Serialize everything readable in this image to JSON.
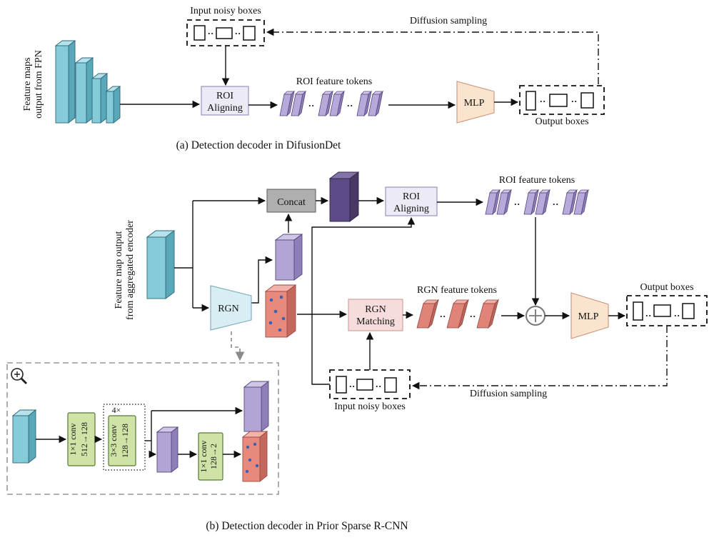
{
  "colors": {
    "cyan_map": "#85CBD9",
    "purple_token": "#B7A9D9",
    "light_purple_map": "#B2A4D4",
    "dark_purple_map": "#5C4B86",
    "red_map": "#E8897E",
    "red_token": "#E08379",
    "dot_blue": "#3A62B0",
    "mlp_fill": "#FBE4CE",
    "rgn_fill": "#D8EDF4",
    "roi_box_fill": "#ECEAF5",
    "concat_fill": "#AFAFAF",
    "rgn_matching_fill": "#F7DCDC",
    "conv_green": "#CFE3A7"
  },
  "diagram_a": {
    "feature_maps_label": {
      "line1": "Feature maps",
      "line2": "output from FPN"
    },
    "input_noisy_boxes_label": "Input noisy boxes",
    "diffusion_sampling_label": "Diffusion sampling",
    "roi_aligning": {
      "line1": "ROI",
      "line2": "Aligning"
    },
    "roi_feature_tokens_label": "ROI feature tokens",
    "mlp_label": "MLP",
    "output_boxes_label": "Output boxes",
    "caption": "(a)  Detection decoder in DifusionDet"
  },
  "diagram_b": {
    "feature_map_label": {
      "line1": "Feature map output",
      "line2": "from aggregated encoder"
    },
    "concat_label": "Concat",
    "rgn_label": "RGN",
    "roi_aligning": {
      "line1": "ROI",
      "line2": "Aligning"
    },
    "roi_feature_tokens_label": "ROI feature tokens",
    "rgn_matching": {
      "line1": "RGN",
      "line2": "Matching"
    },
    "rgn_feature_tokens_label": "RGN feature tokens",
    "mlp_label": "MLP",
    "output_boxes_label": "Output boxes",
    "input_noisy_boxes_label": "Input noisy boxes",
    "diffusion_sampling_label": "Diffusion sampling",
    "caption": "(b)  Detection decoder in Prior Sparse R-CNN"
  },
  "rgn_detail": {
    "conv1": {
      "line1": "1×1 conv",
      "line2": "512→128"
    },
    "repeat_label": "4×",
    "conv2": {
      "line1": "3×3 conv",
      "line2": "128→128"
    },
    "conv3": {
      "line1": "1×1 conv",
      "line2": "128→2"
    }
  },
  "ellipsis": "··"
}
